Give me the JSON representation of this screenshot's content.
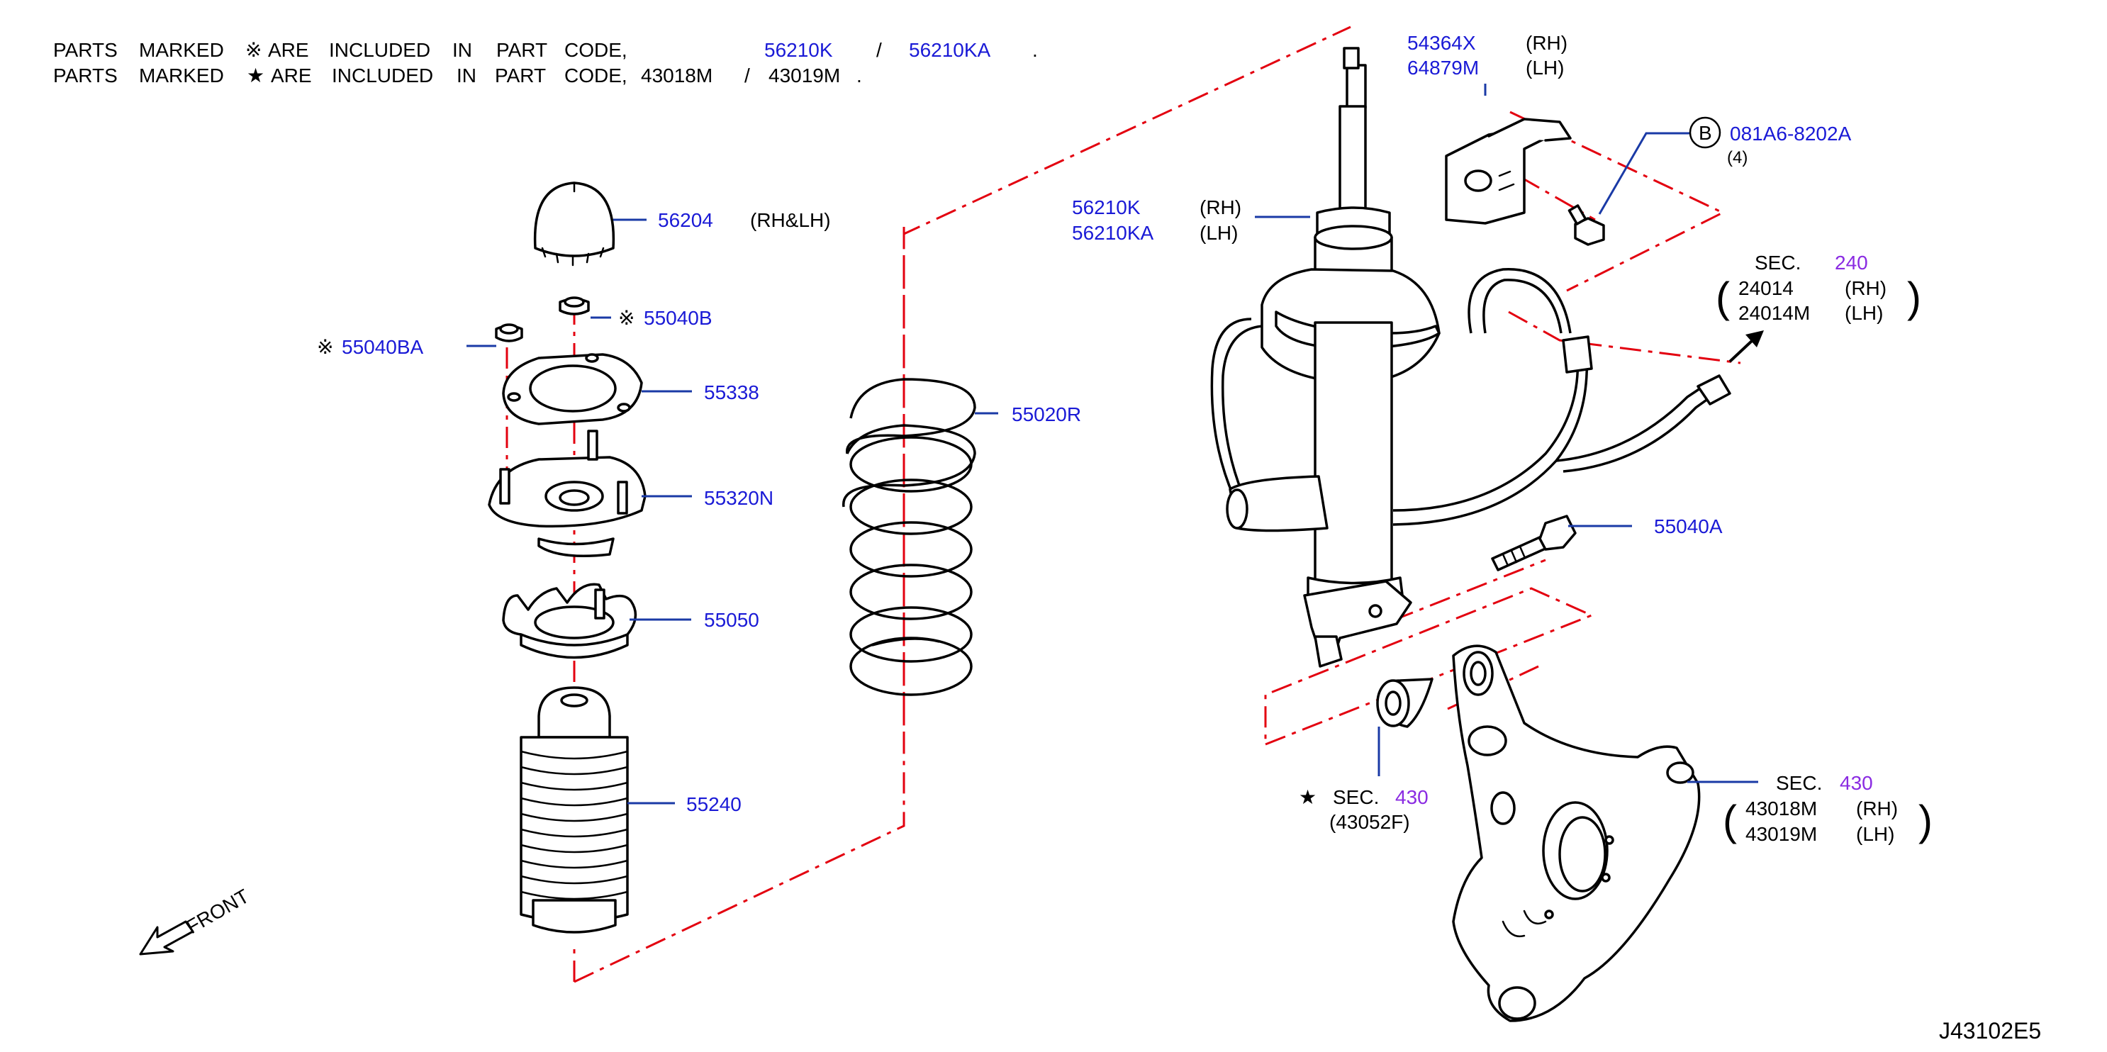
{
  "header": {
    "line1": {
      "w1": "PARTS",
      "w2": "MARKED",
      "w3": "ARE",
      "w4": "INCLUDED",
      "w5": "IN",
      "w6": "PART",
      "w7": "CODE,",
      "code_a": "56210K",
      "slash": "/",
      "code_b": "56210KA",
      "period": "."
    },
    "line2": {
      "w1": "PARTS",
      "w2": "MARKED",
      "w3": "ARE",
      "w4": "INCLUDED",
      "w5": "IN",
      "w6": "PART",
      "w7": "CODE,",
      "code_a": "43018M",
      "slash": "/",
      "code_b": "43019M",
      "period": "."
    },
    "marks": {
      "ref_mark": "※",
      "star_mark": "★"
    }
  },
  "callouts": {
    "p56204": {
      "num": "56204",
      "note": "(RH&LH)"
    },
    "p55040B": {
      "mark": "※",
      "num": "55040B"
    },
    "p55040BA": {
      "mark": "※",
      "num": "55040BA"
    },
    "p55338": {
      "num": "55338"
    },
    "p55320N": {
      "num": "55320N"
    },
    "p55050": {
      "num": "55050"
    },
    "p55240": {
      "num": "55240"
    },
    "p55020R": {
      "num": "55020R"
    },
    "strut": {
      "rh_num": "56210K",
      "rh_side": "(RH)",
      "lh_num": "56210KA",
      "lh_side": "(LH)"
    },
    "bracket": {
      "rh_num": "54364X",
      "rh_side": "(RH)",
      "lh_num": "64879M",
      "lh_side": "(LH)"
    },
    "bolt_b": {
      "letter": "B",
      "num": "081A6-8202A",
      "qty": "(4)"
    },
    "sec240": {
      "sec": "SEC.",
      "sec_num": "240",
      "rh_num": "24014",
      "rh_side": "(RH)",
      "lh_num": "24014M",
      "lh_side": "(LH)",
      "open": "(",
      "close": ")"
    },
    "p55040A": {
      "num": "55040A"
    },
    "bushing": {
      "mark": "★",
      "sec": "SEC.",
      "sec_num": "430",
      "sub": "(43052F)"
    },
    "knuckle": {
      "sec": "SEC.",
      "sec_num": "430",
      "rh_num": "43018M",
      "rh_side": "(RH)",
      "lh_num": "43019M",
      "lh_side": "(LH)",
      "open": "(",
      "close": ")"
    }
  },
  "front_label": "FRONT",
  "diagram_code": "J43102E5",
  "colors": {
    "part_number": "#1a1ad6",
    "section_number": "#8a2be2",
    "phantom_line": "#e3000f",
    "leader": "#1a3aa6",
    "ink": "#000000"
  }
}
